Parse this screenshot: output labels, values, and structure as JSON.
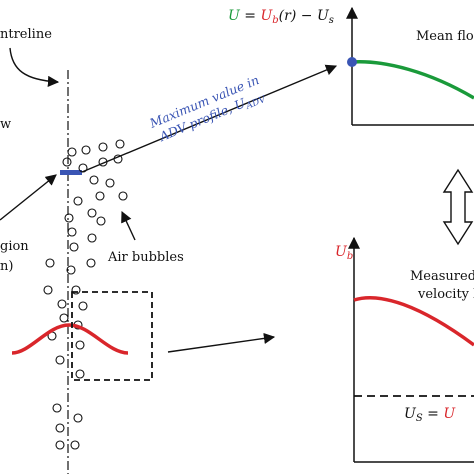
{
  "labels": {
    "centreline": "ntreline",
    "left_w": "w",
    "region_line1": "gion",
    "region_line2": "n)",
    "air_bubbles": "Air bubbles",
    "max_value_line1": "Maximum value in",
    "max_value_line2": "ADV profile, U",
    "max_value_sub": "ADV",
    "mean_flow": "Mean flo",
    "measured_line1": "Measured",
    "measured_line2": "velocity b"
  },
  "equation_top": {
    "U": "U",
    "eq": " = ",
    "Ub": "U",
    "b_sub": "b",
    "r": "(r)",
    "minus": " − ",
    "Us": "U",
    "s_sub": "s"
  },
  "axis_label_ub": {
    "U": "U",
    "b": "b"
  },
  "equation_bottom": {
    "U": "U",
    "S": "S",
    "eq": " = ",
    "Ucut": "U"
  },
  "colors": {
    "green": "#1a9a3a",
    "red": "#d9262b",
    "blue": "#3a55b4",
    "black": "#111111"
  },
  "icons": [
    "arrow-icon",
    "bubble-icon",
    "up-down-arrow-icon"
  ]
}
